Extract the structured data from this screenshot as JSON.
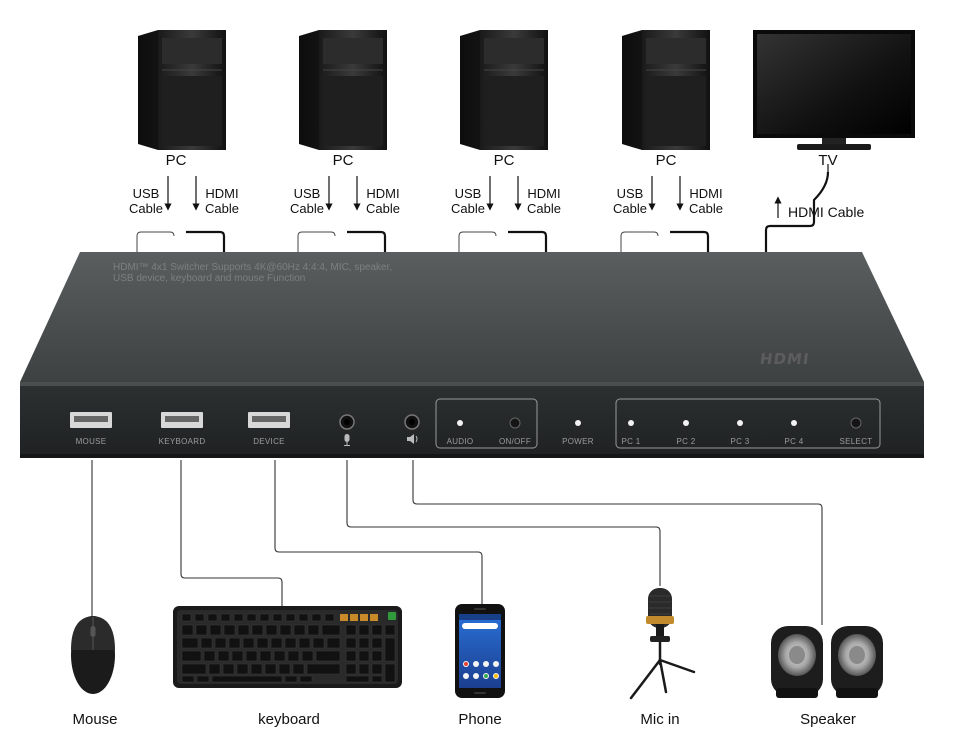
{
  "top_devices": {
    "pcs": [
      {
        "label": "PC",
        "usb": [
          "USB",
          "Cable"
        ],
        "hdmi": [
          "HDMI",
          "Cable"
        ]
      },
      {
        "label": "PC",
        "usb": [
          "USB",
          "Cable"
        ],
        "hdmi": [
          "HDMI",
          "Cable"
        ]
      },
      {
        "label": "PC",
        "usb": [
          "USB",
          "Cable"
        ],
        "hdmi": [
          "HDMI",
          "Cable"
        ]
      },
      {
        "label": "PC",
        "usb": [
          "USB",
          "Cable"
        ],
        "hdmi": [
          "HDMI",
          "Cable"
        ]
      }
    ],
    "tv": {
      "label": "TV",
      "cable": "HDMI Cable"
    }
  },
  "switcher": {
    "top_text_line1": "HDMI™ 4x1 Switcher Supports 4K@60Hz 4:4:4, MIC, speaker,",
    "top_text_line2": "USB device, keyboard and mouse Function",
    "logo": "HDMI",
    "ports": [
      "MOUSE",
      "KEYBOARD",
      "DEVICE"
    ],
    "audio_group": [
      "AUDIO",
      "ON/OFF"
    ],
    "power": "POWER",
    "pc_group": [
      "PC 1",
      "PC 2",
      "PC 3",
      "PC 4",
      "SELECT"
    ]
  },
  "bottom_devices": [
    "Mouse",
    "keyboard",
    "Phone",
    "Mic in",
    "Speaker"
  ]
}
